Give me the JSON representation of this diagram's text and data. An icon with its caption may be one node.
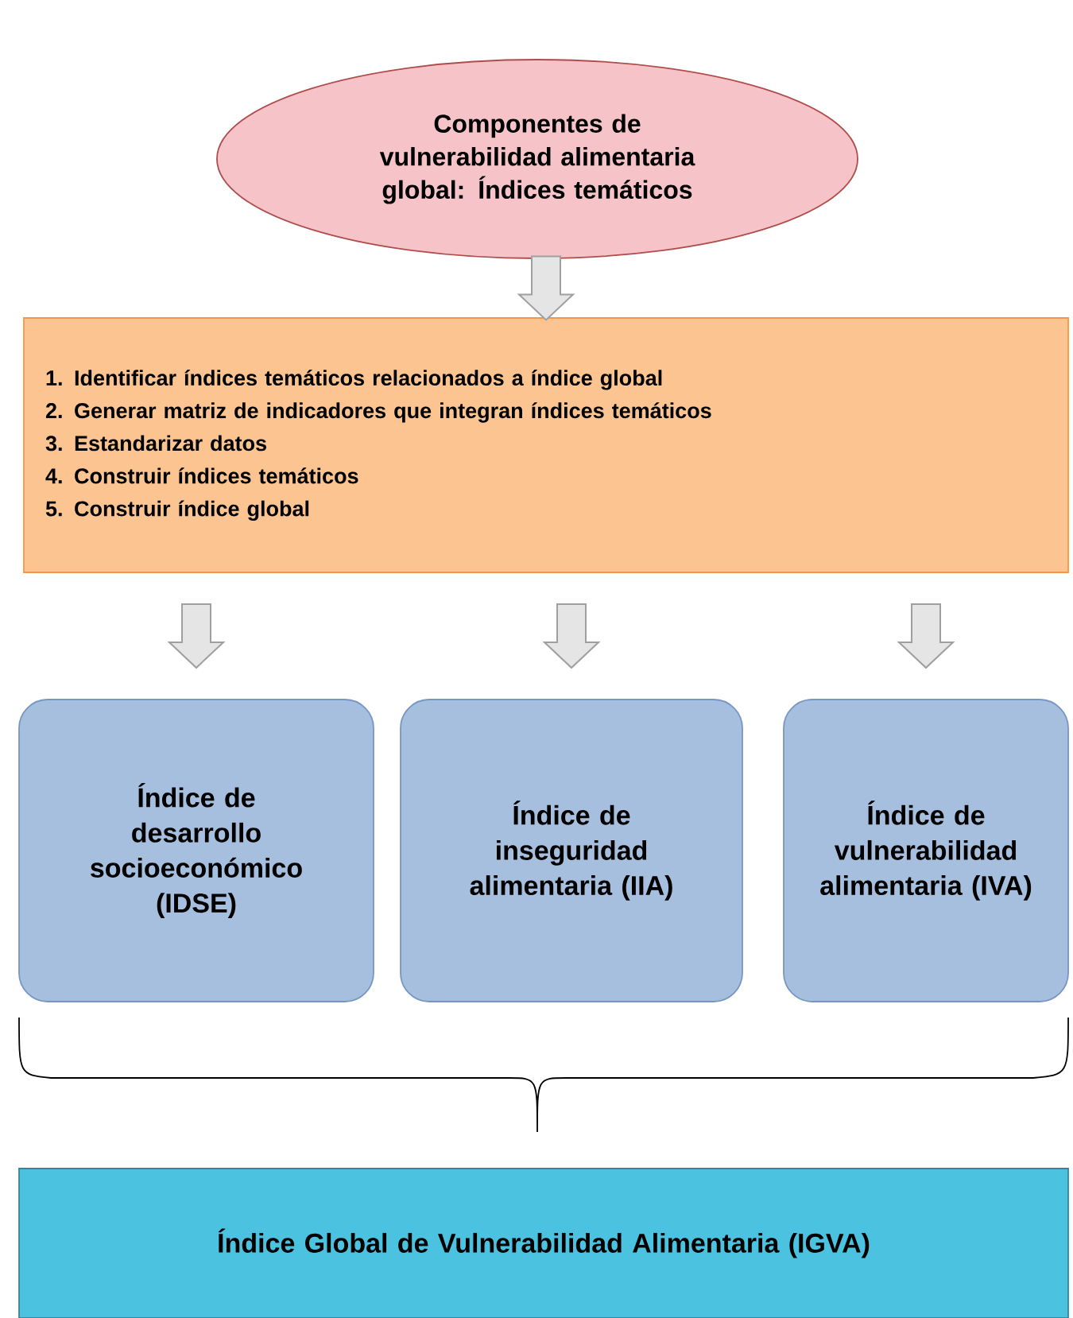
{
  "diagram": {
    "nodes": [
      {
        "text": [
          "Componentes de vulnerabilidad alimentaria global: Índices temáticos"
        ]
      },
      {
        "text": [
          "1. Identificar índices temáticos relacionados a índice global",
          "2. Generar matriz de indicadores que integran índices temáticos",
          "3. Estandarizar datos",
          "4. Construir índices temáticos",
          "5. Construir índice global"
        ]
      },
      {
        "text": [
          "Índice de desarrollo socioeconómico (IDSE)"
        ]
      },
      {
        "text": [
          "Índice de inseguridad alimentaria (IIA)"
        ]
      },
      {
        "text": [
          "Índice de vulnerabilidad alimentaria (IVA)"
        ]
      },
      {
        "text": [
          "Índice Global de Vulnerabilidad Alimentaria (IGVA)"
        ]
      }
    ],
    "edges": [
      {
        "from": 0,
        "to": 1,
        "arrow": "to"
      },
      {
        "from": 1,
        "to": 2,
        "arrow": "to"
      },
      {
        "from": 1,
        "to": 3,
        "arrow": "to"
      },
      {
        "from": 1,
        "to": 4,
        "arrow": "to"
      }
    ]
  }
}
